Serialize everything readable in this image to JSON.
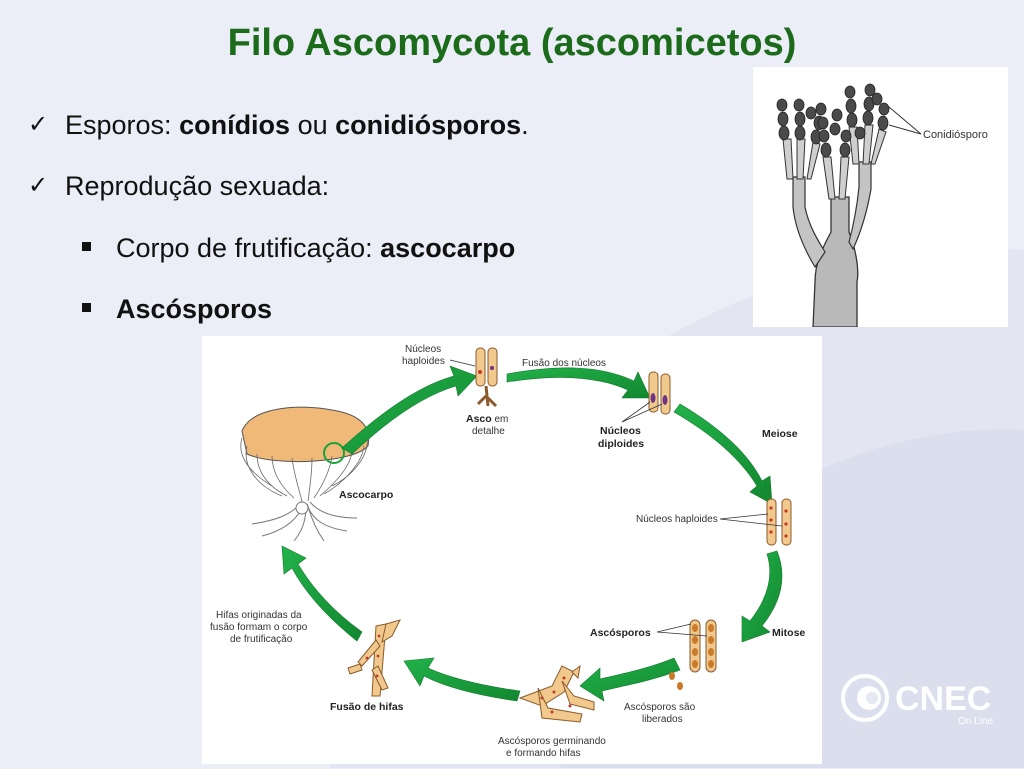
{
  "slide": {
    "title": "Filo Ascomycota (ascomicetos)",
    "bullets": {
      "b1": {
        "pre": "Esporos: ",
        "bold1": "conídios",
        "mid": " ou ",
        "bold2": "conidiósporos",
        "post": "."
      },
      "b2": {
        "text": "Reprodução sexuada:"
      },
      "s1": {
        "pre": "Corpo de frutificação: ",
        "bold": "ascocarpo"
      },
      "s2": {
        "bold": "Ascósporos"
      }
    }
  },
  "conidio_figure": {
    "label": "Conidiósporo"
  },
  "cycle_diagram": {
    "labels": {
      "nucleos_haploides_top": [
        "Núcleos",
        "haploides"
      ],
      "fusao_nucleos": "Fusão dos núcleos",
      "asco_bold": "Asco",
      "asco_rest": " em",
      "asco_line2": "detalhe",
      "nucleos_diploides": [
        "Núcleos",
        "diploides"
      ],
      "meiose": "Meiose",
      "nucleos_haploides_right": "Núcleos haploides",
      "mitose": "Mitose",
      "ascosporos": "Ascósporos",
      "ascosporos_liberados": [
        "Ascósporos são",
        "liberados"
      ],
      "ascosporos_germinando": [
        "Ascósporos germinando",
        "e formando hifas"
      ],
      "fusao_hifas": "Fusão de hifas",
      "hifas_originadas": [
        "Hifas originadas da",
        "fusão formam o corpo",
        "de frutificação"
      ],
      "ascocarpo": "Ascocarpo"
    }
  },
  "logo": {
    "brand": "CNEC",
    "sub": "On Line"
  },
  "colors": {
    "title": "#1b6b1b",
    "arrow": "#1aa33a",
    "spore": "#f2c98d"
  }
}
